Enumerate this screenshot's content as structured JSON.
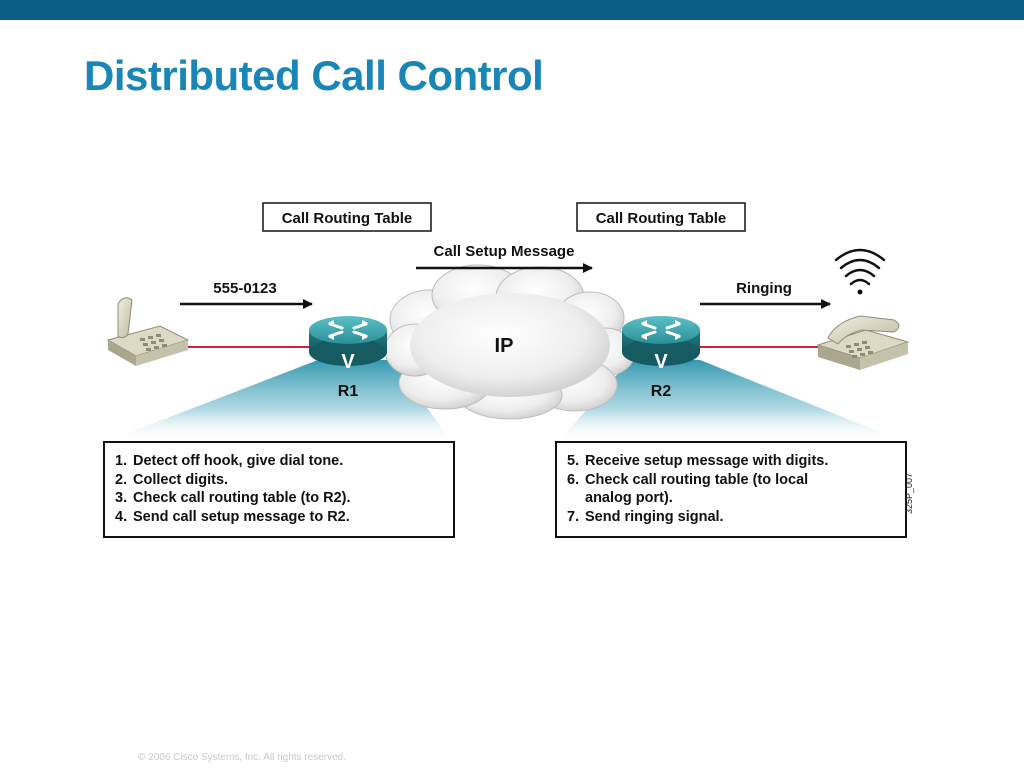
{
  "slide": {
    "title": "Distributed Call Control",
    "footer": "© 2006 Cisco Systems, Inc. All rights reserved."
  },
  "diagram": {
    "routing_table_left": "Call Routing Table",
    "routing_table_right": "Call Routing Table",
    "setup_message_label": "Call Setup Message",
    "dialed_number_label": "555-0123",
    "ringing_label": "Ringing",
    "cloud_label": "IP",
    "router_left_label": "R1",
    "router_right_label": "R2",
    "router_left_glyph": "V",
    "router_right_glyph": "V",
    "figure_code": "325P_007",
    "colors": {
      "link": "#cc2233",
      "router": "#2b8f98",
      "cone": "#2a93ac",
      "accent": "#1a86b8"
    },
    "icons": [
      "phone-left-icon",
      "phone-right-icon",
      "router-left-icon",
      "router-right-icon",
      "ip-cloud-icon",
      "ringing-waves-icon"
    ]
  },
  "steps_left": [
    {
      "num": "1.",
      "text": "Detect off hook, give dial tone."
    },
    {
      "num": "2.",
      "text": "Collect digits."
    },
    {
      "num": "3.",
      "text": "Check call routing table (to R2)."
    },
    {
      "num": "4.",
      "text": "Send call setup message to R2."
    }
  ],
  "steps_right": [
    {
      "num": "5.",
      "text": "Receive setup message with digits."
    },
    {
      "num": "6.",
      "text": "Check call routing table (to local analog port)."
    },
    {
      "num": "7.",
      "text": "Send ringing signal."
    }
  ]
}
